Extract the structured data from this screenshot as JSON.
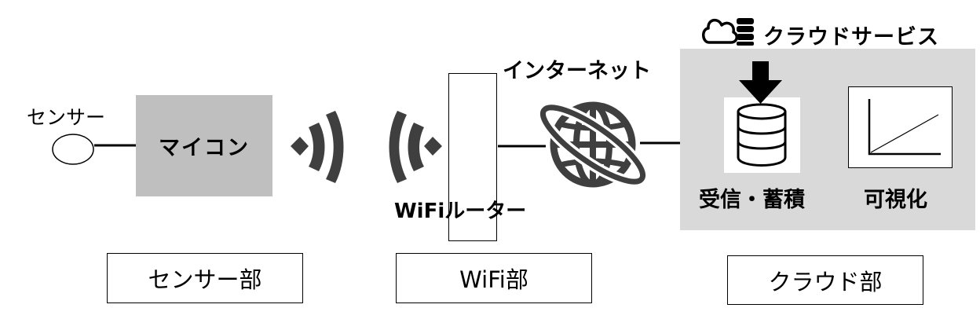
{
  "sensor": {
    "label": "センサー"
  },
  "microcontroller": {
    "label": "マイコン"
  },
  "router": {
    "label": "WiFiルーター"
  },
  "internet": {
    "label": "インターネット"
  },
  "cloud": {
    "title": "クラウドサービス",
    "receive_store_label": "受信・蓄積",
    "visualize_label": "可視化"
  },
  "sections": [
    {
      "label": "センサー部"
    },
    {
      "label": "WiFi部"
    },
    {
      "label": "クラウド部"
    }
  ],
  "colors": {
    "panel": "#d9d9d9",
    "micon": "#bfbfbf",
    "icon": "#3f3f3f"
  },
  "icons": [
    "wifi-signal-icon",
    "globe-icon",
    "cloud-icon",
    "database-icon",
    "down-arrow-icon",
    "line-graph-icon"
  ]
}
